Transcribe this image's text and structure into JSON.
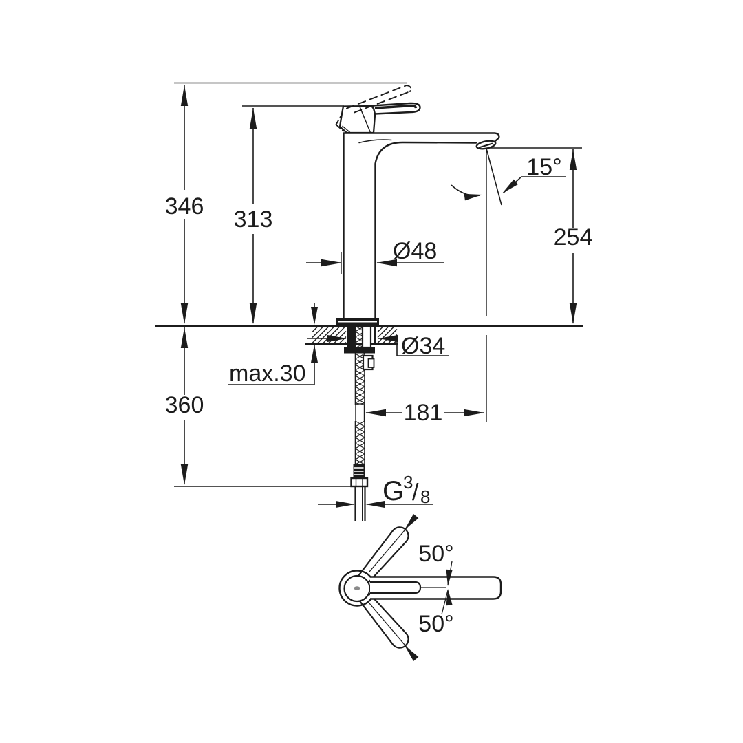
{
  "page": {
    "background": "#ffffff",
    "line_color": "#1c1c1c"
  },
  "drawing": {
    "type": "technical-dimension-drawing",
    "subject": "single-lever-basin-mixer-faucet",
    "labels": {
      "total_height": "346",
      "lever_height": "313",
      "spout_height": "254",
      "spout_angle": "15°",
      "body_diameter": "Ø48",
      "hole_diameter": "Ø34",
      "max_counter_thickness": "max.30",
      "hose_drop": "360",
      "spout_reach": "181",
      "handle_angle_top": "50°",
      "handle_angle_bottom": "50°",
      "thread": {
        "prefix": "G",
        "numerator": "3",
        "slash": "/",
        "denominator": "8"
      }
    }
  }
}
